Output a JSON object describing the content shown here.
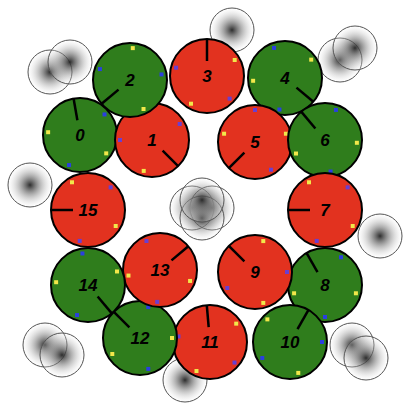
{
  "diagram": {
    "nodes": [
      {
        "text": [
          "0"
        ]
      },
      {
        "text": [
          "1"
        ]
      },
      {
        "text": [
          "2"
        ]
      },
      {
        "text": [
          "3"
        ]
      },
      {
        "text": [
          "4"
        ]
      },
      {
        "text": [
          "5"
        ]
      },
      {
        "text": [
          "6"
        ]
      },
      {
        "text": [
          "7"
        ]
      },
      {
        "text": [
          "8"
        ]
      },
      {
        "text": [
          "9"
        ]
      },
      {
        "text": [
          "10"
        ]
      },
      {
        "text": [
          "11"
        ]
      },
      {
        "text": [
          "12"
        ]
      },
      {
        "text": [
          "13"
        ]
      },
      {
        "text": [
          "14"
        ]
      },
      {
        "text": [
          "15"
        ]
      }
    ]
  }
}
